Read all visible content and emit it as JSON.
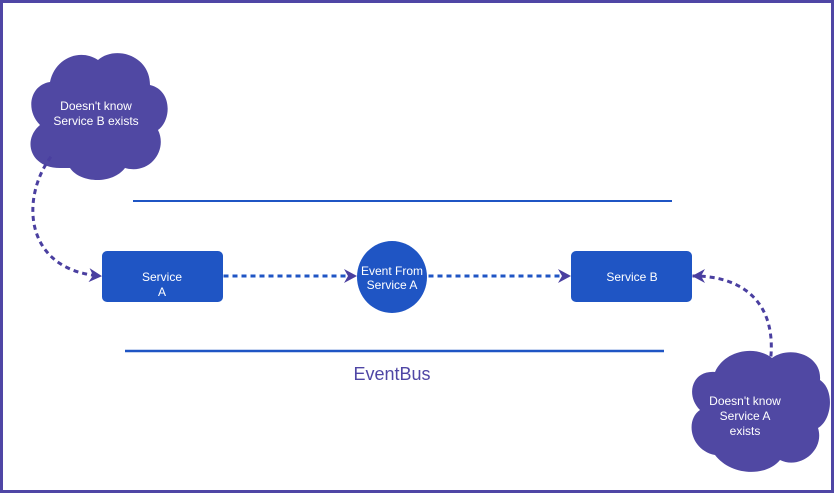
{
  "colors": {
    "border": "#4f46a5",
    "cloud": "#5048a3",
    "service": "#1f55c4",
    "bus_line": "#1f55c4",
    "arrow": "#4a3fa0",
    "text": "#ffffff",
    "bus_text": "#4f46a5"
  },
  "cloud_left": {
    "line1": "Doesn't know",
    "line2": "Service B exists"
  },
  "cloud_right": {
    "line1": "Doesn't know",
    "line2": "Service A",
    "line3": "exists"
  },
  "service_a": {
    "line1": "Service",
    "line2": "A"
  },
  "event": {
    "line1": "Event From",
    "line2": "Service A"
  },
  "service_b": {
    "label": "Service B"
  },
  "eventbus": {
    "label": "EventBus"
  }
}
